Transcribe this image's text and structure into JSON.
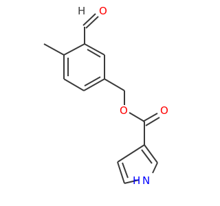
{
  "molecule": {
    "colors": {
      "bond": "#3a3a3a",
      "oxygen": "#ff0000",
      "nitrogen": "#0000ff",
      "hydrogen": "#3a3a3a"
    },
    "atoms": {
      "aldehyde_oxygen": "O",
      "ester_oxygen": "O",
      "carbonyl_oxygen": "O",
      "aldehyde_hydrogen": "H",
      "pyrrole_nitrogen": "N",
      "pyrrole_hydrogen": "H"
    }
  }
}
